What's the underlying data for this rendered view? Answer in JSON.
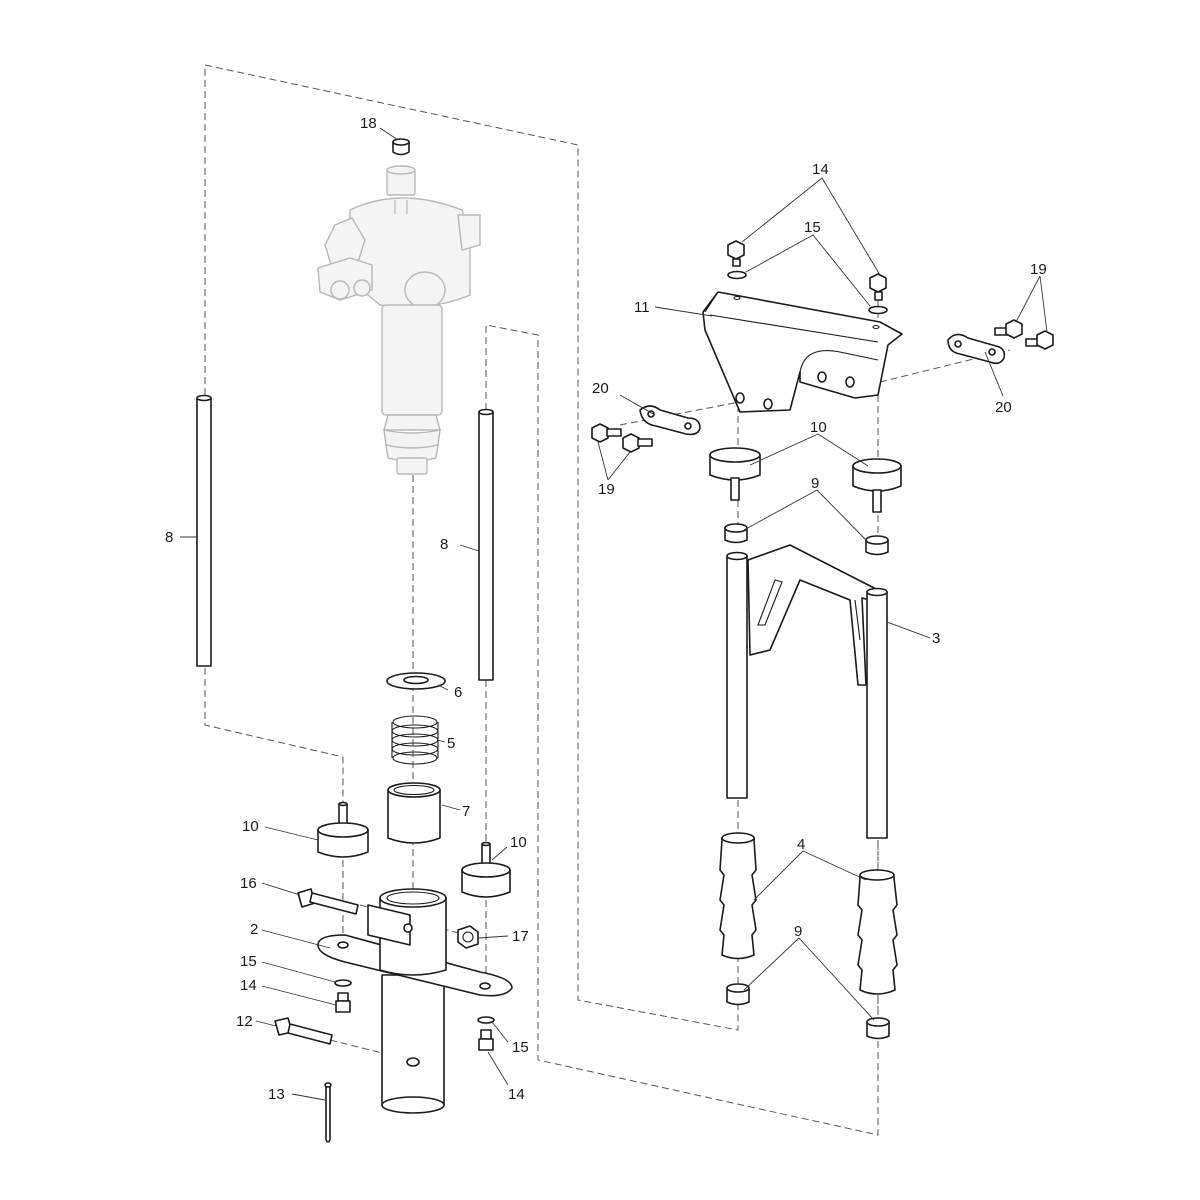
{
  "callouts": {
    "c2": "2",
    "c3": "3",
    "c4": "4",
    "c5": "5",
    "c6": "6",
    "c7": "7",
    "c8a": "8",
    "c8b": "8",
    "c9a": "9",
    "c9b": "9",
    "c10a": "10",
    "c10b": "10",
    "c10c": "10",
    "c11": "11",
    "c12": "12",
    "c13": "13",
    "c14a": "14",
    "c14b": "14",
    "c14c": "14",
    "c15a": "15",
    "c15b": "15",
    "c15c": "15",
    "c16": "16",
    "c17": "17",
    "c18": "18",
    "c19a": "19",
    "c19b": "19",
    "c20a": "20",
    "c20b": "20"
  },
  "colors": {
    "line": "#1a1a1a",
    "ghost": "#b8b8b8",
    "background": "#ffffff"
  }
}
